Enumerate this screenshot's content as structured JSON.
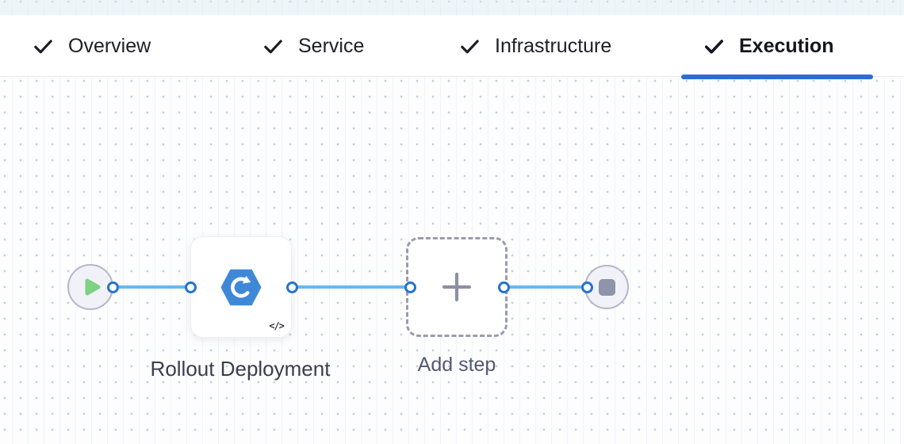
{
  "tab_bar": {
    "tabs": [
      {
        "label": "Overview",
        "status": "completed",
        "active": false
      },
      {
        "label": "Service",
        "status": "completed",
        "active": false
      },
      {
        "label": "Infrastructure",
        "status": "completed",
        "active": false
      },
      {
        "label": "Execution",
        "status": "completed",
        "active": true
      }
    ]
  },
  "pipeline": {
    "start_node": {
      "icon": "play-icon"
    },
    "steps": [
      {
        "label": "Rollout Deployment",
        "icon": "rollout-deployment-icon",
        "badge": "</>"
      }
    ],
    "add_step": {
      "label": "Add step",
      "icon": "plus-icon"
    },
    "end_node": {
      "icon": "stop-icon"
    }
  },
  "colors": {
    "active_tab_underline": "#2e6bd2",
    "connector_blue": "#68b9f0",
    "port_border_blue": "#2574cb",
    "step_icon_blue": "#3e88d7",
    "play_green": "#7fd183",
    "end_square_gray": "#8e94a9",
    "canvas_dot": "#c3ced9"
  }
}
